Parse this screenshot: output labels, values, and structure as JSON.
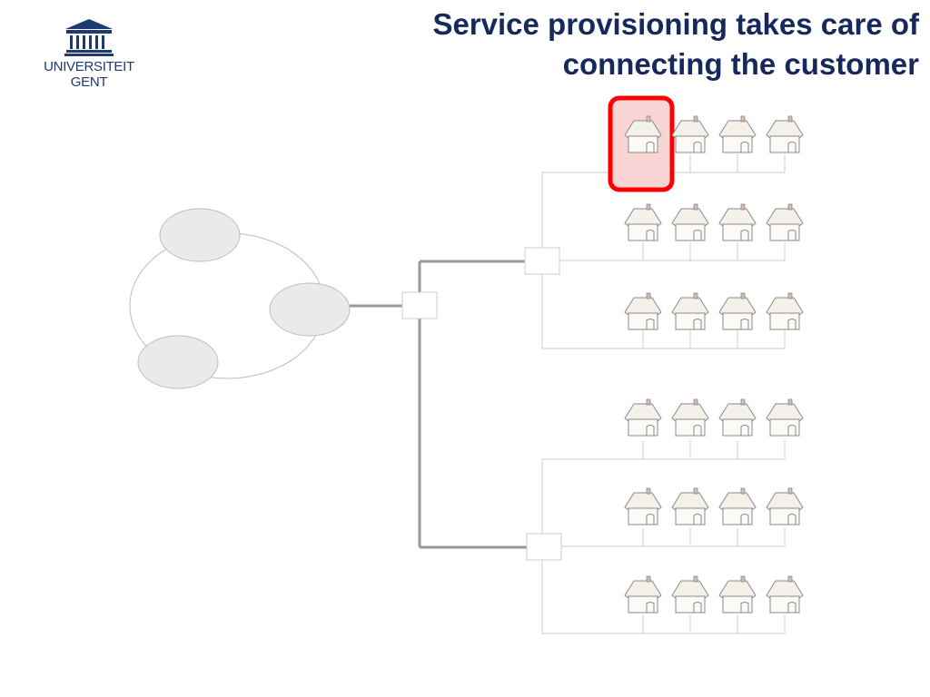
{
  "logo": {
    "line1": "UNIVERSITEIT",
    "line2": "GENT"
  },
  "title": {
    "line1": "Service provisioning takes care of",
    "line2": "connecting the customer"
  },
  "colors": {
    "brand": "#1e3a6e",
    "title": "#16285c",
    "highlight": "#ff0000",
    "highlight_fill": "#f9d4d4",
    "node_fill": "#eaeaea",
    "node_stroke": "#bdbdbd",
    "trunk_line": "#999999",
    "thin_line": "#cccccc"
  },
  "icons": {
    "logo": "university-building-icon",
    "house": "house-icon",
    "network_node": "network-node-icon"
  }
}
